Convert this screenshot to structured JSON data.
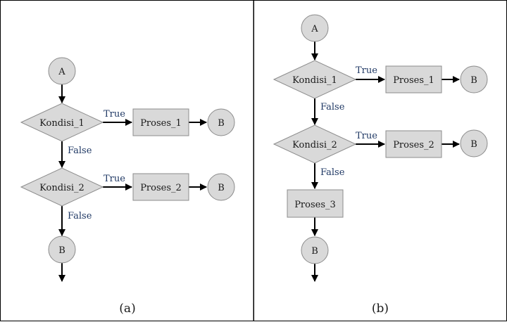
{
  "panels": [
    {
      "caption": "(a)",
      "nodes": {
        "start": "A",
        "cond1": "Kondisi_1",
        "proc1": "Proses_1",
        "end1": "B",
        "cond2": "Kondisi_2",
        "proc2": "Proses_2",
        "end2": "B",
        "end3": "B"
      },
      "labels": {
        "true1": "True",
        "false1": "False",
        "true2": "True",
        "false2": "False"
      }
    },
    {
      "caption": "(b)",
      "nodes": {
        "start": "A",
        "cond1": "Kondisi_1",
        "proc1": "Proses_1",
        "end1": "B",
        "cond2": "Kondisi_2",
        "proc2": "Proses_2",
        "end2": "B",
        "proc3": "Proses_3",
        "end3": "B"
      },
      "labels": {
        "true1": "True",
        "false1": "False",
        "true2": "True",
        "false2": "False"
      }
    }
  ],
  "colors": {
    "shape_fill": "#d9d9d9",
    "shape_stroke": "#8c8c8c",
    "edge_label": "#1f3864",
    "frame": "#000000"
  }
}
